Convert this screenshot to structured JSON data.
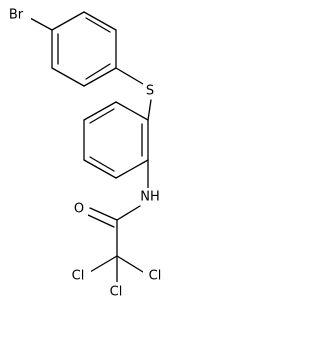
{
  "atoms": {
    "br": "Br",
    "s": "S",
    "nh": "NH",
    "o": "O",
    "cl1": "Cl",
    "cl2": "Cl",
    "cl3": "Cl"
  }
}
